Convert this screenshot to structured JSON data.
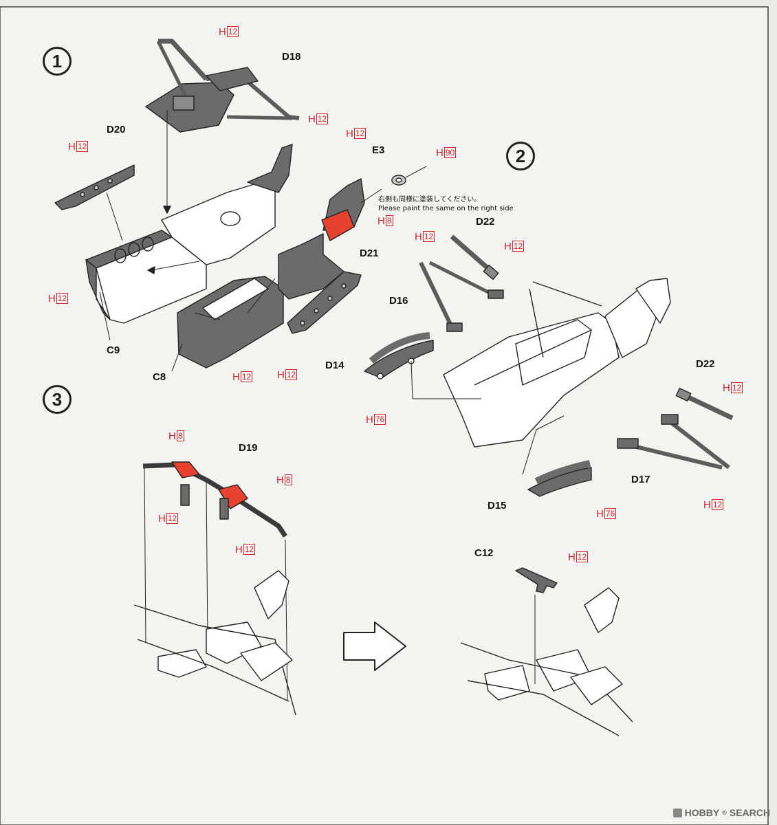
{
  "steps": [
    "1",
    "2",
    "3"
  ],
  "paint_prefix": "H",
  "paint_codes": {
    "c12": "12",
    "c8": "8",
    "c90": "90",
    "c76": "76"
  },
  "parts": {
    "D18": "D18",
    "D20": "D20",
    "C9": "C9",
    "C8": "C8",
    "E3": "E3",
    "D21": "D21",
    "D22": "D22",
    "D16": "D16",
    "D14": "D14",
    "D17": "D17",
    "D15": "D15",
    "D19": "D19",
    "C12": "C12"
  },
  "note": {
    "jp": "右側も同様に塗装してください。",
    "en": "Please paint the same on the right side"
  },
  "watermark": {
    "brand": "HOBBY",
    "section": "SEARCH",
    "reg": "®"
  },
  "colors": {
    "paint_red": "#d2232a",
    "part_gray": "#6b6b6b",
    "highlight_red": "#e8412f",
    "line": "#222222"
  }
}
